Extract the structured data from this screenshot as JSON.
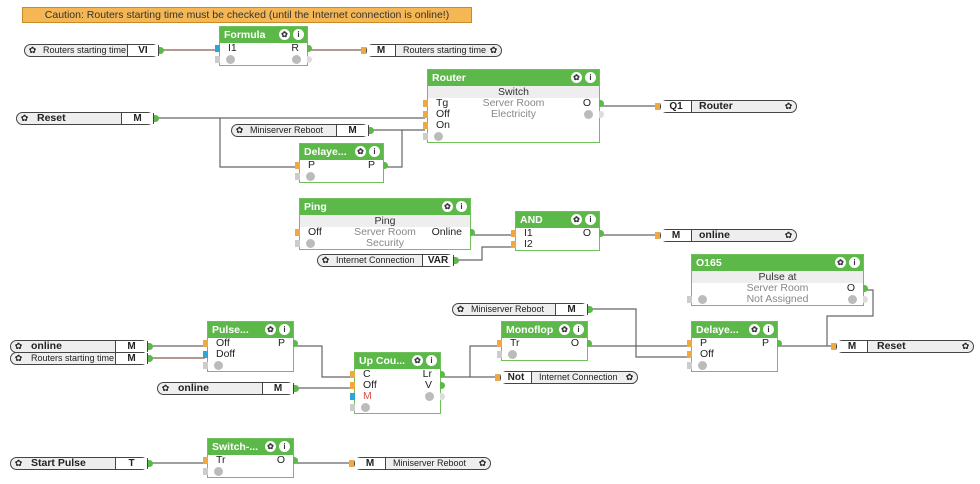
{
  "caution_text": "Caution: Routers starting time must be checked (until the Internet connection is online!)",
  "icons": {
    "gear": "gear-icon",
    "info": "info-icon"
  },
  "blocks": {
    "formula": {
      "title": "Formula",
      "inputs": [
        "I1"
      ],
      "outputs": [
        "R"
      ]
    },
    "router": {
      "title": "Router",
      "subtitle": "Switch",
      "room": "Server Room",
      "category": "Electricity",
      "inputs": [
        "Tg",
        "Off",
        "On"
      ],
      "outputs": [
        "O"
      ]
    },
    "delayed1": {
      "title": "Delaye...",
      "inputs": [
        "P"
      ],
      "outputs": [
        "P"
      ]
    },
    "ping": {
      "title": "Ping",
      "subtitle": "Ping",
      "room": "Server Room",
      "category": "Security",
      "inputs": [
        "Off"
      ],
      "outputs": [
        "Online"
      ]
    },
    "and": {
      "title": "AND",
      "inputs": [
        "I1",
        "I2"
      ],
      "outputs": [
        "O"
      ]
    },
    "o165": {
      "title": "O165",
      "subtitle": "Pulse at",
      "room": "Server Room",
      "category": "Not Assigned",
      "outputs": [
        "O"
      ]
    },
    "pulse": {
      "title": "Pulse...",
      "inputs": [
        "Off",
        "Doff"
      ],
      "outputs": [
        "P"
      ]
    },
    "upcounter": {
      "title": "Up Cou...",
      "inputs": [
        "C",
        "Off",
        "M"
      ],
      "outputs": [
        "Lr",
        "V"
      ]
    },
    "monoflop": {
      "title": "Monoflop",
      "inputs": [
        "Tr"
      ],
      "outputs": [
        "O"
      ]
    },
    "delayed2": {
      "title": "Delaye...",
      "inputs": [
        "P",
        "Off"
      ],
      "outputs": [
        "P"
      ]
    },
    "switch": {
      "title": "Switch-...",
      "inputs": [
        "Tr"
      ],
      "outputs": [
        "O"
      ]
    }
  },
  "io": {
    "routers_time_in": {
      "name": "Routers starting time",
      "type": "VI"
    },
    "routers_time_out": {
      "name": "Routers starting time",
      "type": "M"
    },
    "reset_in": {
      "name": "Reset",
      "type": "M"
    },
    "reboot_in1": {
      "name": "Miniserver Reboot",
      "type": "M"
    },
    "router_out": {
      "name": "Router",
      "type": "Q1"
    },
    "internet_in": {
      "name": "Internet Connection",
      "type": "VAR"
    },
    "online_out": {
      "name": "online",
      "type": "M"
    },
    "reboot_in2": {
      "name": "Miniserver Reboot",
      "type": "M"
    },
    "online_in1": {
      "name": "online",
      "type": "M"
    },
    "routers_time_in2": {
      "name": "Routers starting time",
      "type": "M"
    },
    "online_in2": {
      "name": "online",
      "type": "M"
    },
    "internet_out": {
      "name": "Internet Connection",
      "type": "Not"
    },
    "reset_out": {
      "name": "Reset",
      "type": "M"
    },
    "start_pulse_in": {
      "name": "Start Pulse",
      "type": "T"
    },
    "reboot_out": {
      "name": "Miniserver Reboot",
      "type": "M"
    }
  }
}
